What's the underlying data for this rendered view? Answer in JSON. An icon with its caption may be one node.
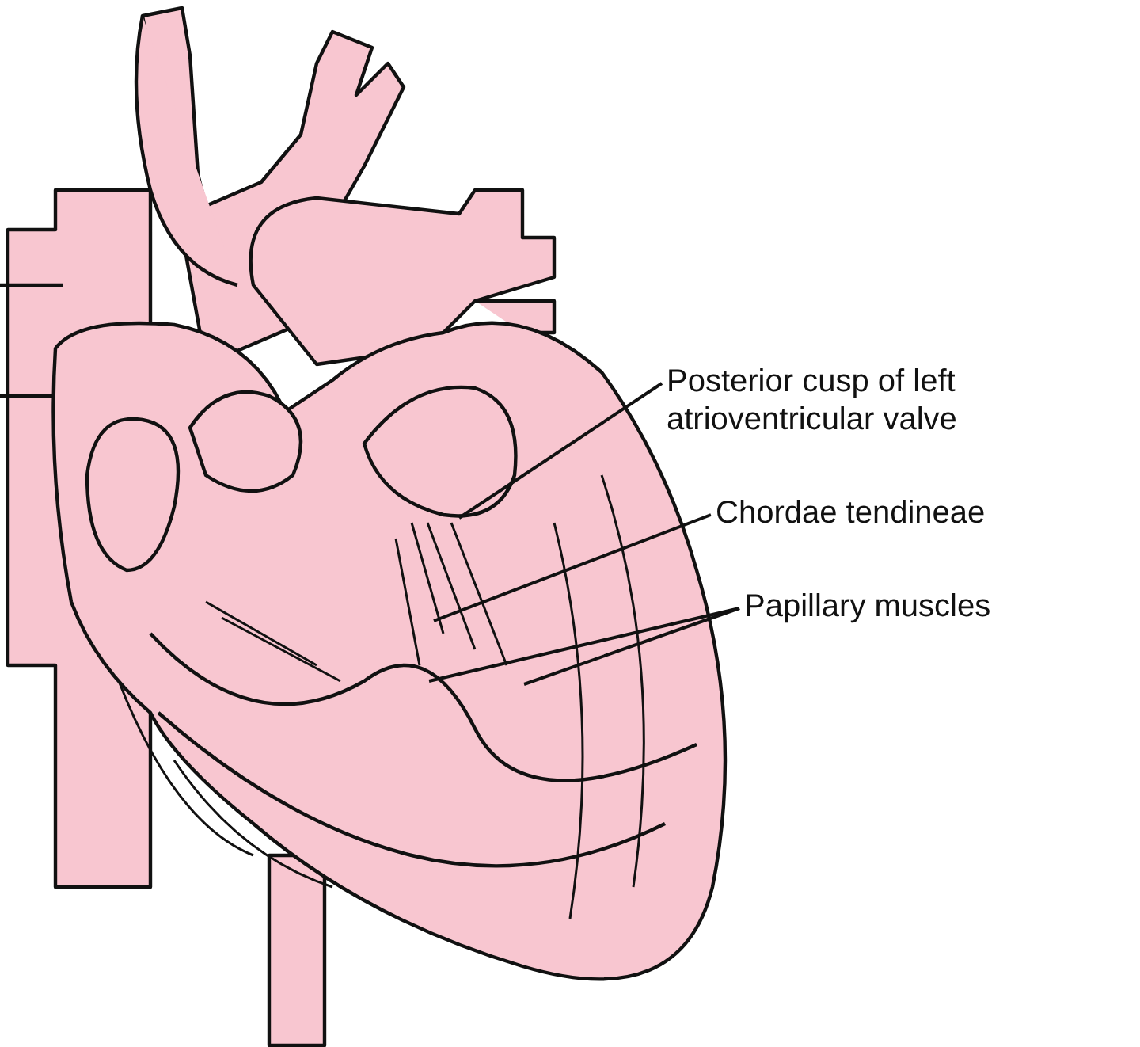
{
  "diagram": {
    "nodes": [
      {
        "text": [
          "Posterior cusp of left atrioventricular valve"
        ]
      },
      {
        "text": [
          "Chordae tendineae"
        ]
      },
      {
        "text": [
          "Papillary muscles"
        ]
      }
    ],
    "edges": [
      {
        "from": 0,
        "to": null,
        "arrow": "none"
      },
      {
        "from": 1,
        "to": null,
        "arrow": "none"
      },
      {
        "from": 2,
        "to": null,
        "arrow": "none"
      },
      {
        "from": 2,
        "to": null,
        "arrow": "none"
      }
    ]
  }
}
